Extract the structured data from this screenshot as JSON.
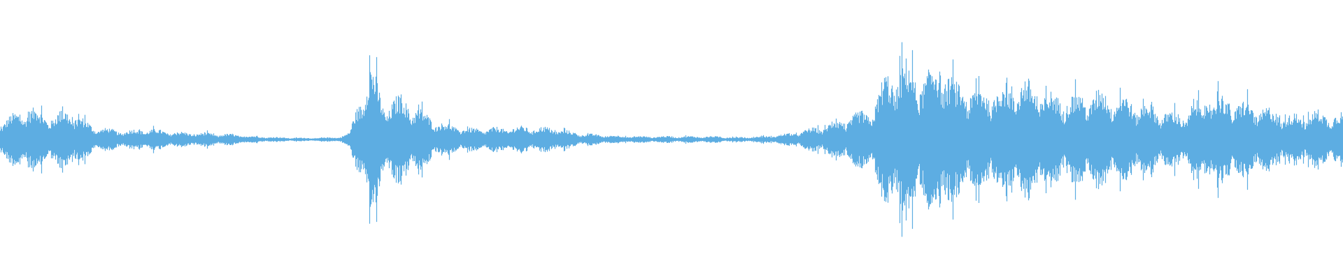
{
  "waveform": {
    "color": "#5dade2",
    "background": "#ffffff",
    "note": "",
    "envelope": [
      [
        0.0,
        0.16
      ],
      [
        0.02,
        0.3
      ],
      [
        0.04,
        0.22
      ],
      [
        0.05,
        0.28
      ],
      [
        0.07,
        0.12
      ],
      [
        0.09,
        0.08
      ],
      [
        0.11,
        0.1
      ],
      [
        0.13,
        0.07
      ],
      [
        0.15,
        0.06
      ],
      [
        0.17,
        0.05
      ],
      [
        0.19,
        0.03
      ],
      [
        0.21,
        0.02
      ],
      [
        0.23,
        0.015
      ],
      [
        0.25,
        0.02
      ],
      [
        0.26,
        0.06
      ],
      [
        0.275,
        0.72
      ],
      [
        0.285,
        0.35
      ],
      [
        0.3,
        0.4
      ],
      [
        0.315,
        0.25
      ],
      [
        0.33,
        0.15
      ],
      [
        0.35,
        0.1
      ],
      [
        0.37,
        0.11
      ],
      [
        0.39,
        0.12
      ],
      [
        0.41,
        0.11
      ],
      [
        0.43,
        0.06
      ],
      [
        0.45,
        0.04
      ],
      [
        0.47,
        0.03
      ],
      [
        0.49,
        0.03
      ],
      [
        0.51,
        0.03
      ],
      [
        0.53,
        0.03
      ],
      [
        0.55,
        0.02
      ],
      [
        0.57,
        0.03
      ],
      [
        0.59,
        0.06
      ],
      [
        0.61,
        0.12
      ],
      [
        0.63,
        0.2
      ],
      [
        0.65,
        0.3
      ],
      [
        0.66,
        0.62
      ],
      [
        0.675,
        0.7
      ],
      [
        0.69,
        0.58
      ],
      [
        0.7,
        0.8
      ],
      [
        0.71,
        0.5
      ],
      [
        0.73,
        0.46
      ],
      [
        0.75,
        0.5
      ],
      [
        0.76,
        0.56
      ],
      [
        0.78,
        0.42
      ],
      [
        0.8,
        0.4
      ],
      [
        0.82,
        0.45
      ],
      [
        0.84,
        0.38
      ],
      [
        0.86,
        0.3
      ],
      [
        0.88,
        0.22
      ],
      [
        0.9,
        0.42
      ],
      [
        0.92,
        0.36
      ],
      [
        0.94,
        0.3
      ],
      [
        0.96,
        0.22
      ],
      [
        0.98,
        0.26
      ],
      [
        1.0,
        0.24
      ]
    ]
  }
}
